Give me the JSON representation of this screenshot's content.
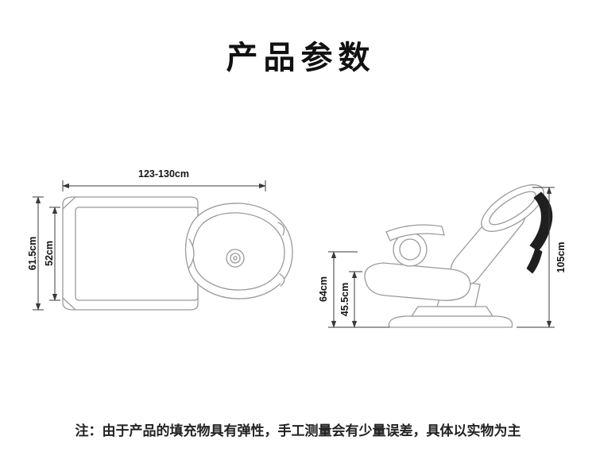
{
  "page": {
    "title": "产品参数",
    "note": "注：由于产品的填充物具有弹性，手工测量会有少量误差，具体以实物为主"
  },
  "dimensions": {
    "top_view": {
      "length": "123-130cm",
      "outer_width": "61.5cm",
      "inner_width": "52cm"
    },
    "side_view": {
      "seat_height": "64cm",
      "cushion_height": "45.5cm",
      "total_height": "105cm"
    }
  }
}
